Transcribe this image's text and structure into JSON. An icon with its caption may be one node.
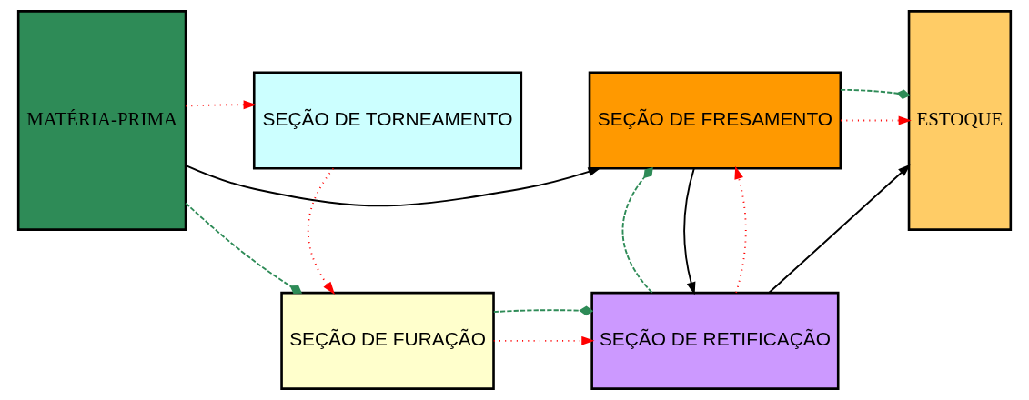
{
  "diagram": {
    "nodes": [
      {
        "text": [
          "MATÉRIA-PRIMA"
        ]
      },
      {
        "text": [
          "SEÇÃO DE TORNEAMENTO"
        ]
      },
      {
        "text": [
          "SEÇÃO DE FRESAMENTO"
        ]
      },
      {
        "text": [
          "ESTOQUE"
        ]
      },
      {
        "text": [
          "SEÇÃO DE FURAÇÃO"
        ]
      },
      {
        "text": [
          "SEÇÃO DE RETIFICAÇÃO"
        ]
      }
    ],
    "edges": [
      {
        "from": 0,
        "to": 1,
        "arrow": "to",
        "style": "dashed",
        "color": "#ff0000"
      },
      {
        "from": 1,
        "to": 4,
        "arrow": "to",
        "style": "dashed",
        "color": "#ff0000"
      },
      {
        "from": 4,
        "to": 5,
        "arrow": "to",
        "style": "dashed",
        "color": "#ff0000"
      },
      {
        "from": 5,
        "to": 2,
        "arrow": "to",
        "style": "dashed",
        "color": "#ff0000"
      },
      {
        "from": 2,
        "to": 3,
        "arrow": "to",
        "style": "dashed",
        "color": "#ff0000"
      },
      {
        "from": 0,
        "to": 2,
        "arrow": "to",
        "color": "#000000"
      },
      {
        "from": 2,
        "to": 5,
        "arrow": "to",
        "color": "#000000"
      },
      {
        "from": 5,
        "to": 3,
        "arrow": "to",
        "color": "#000000"
      },
      {
        "from": 0,
        "to": 4,
        "arrow": "other",
        "style": "dashed",
        "color": "#2e8b57"
      },
      {
        "from": 4,
        "to": 5,
        "arrow": "other",
        "style": "dashed",
        "color": "#2e8b57"
      },
      {
        "from": 5,
        "to": 2,
        "arrow": "other",
        "style": "dashed",
        "color": "#2e8b57"
      },
      {
        "from": 2,
        "to": 3,
        "arrow": "other",
        "style": "dashed",
        "color": "#2e8b57"
      }
    ]
  }
}
